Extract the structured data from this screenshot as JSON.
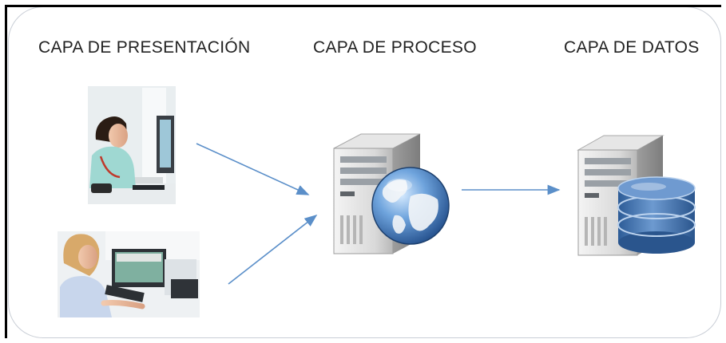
{
  "layers": {
    "presentation": {
      "label": "CAPA DE PRESENTACIÓN"
    },
    "process": {
      "label": "CAPA DE PROCESO"
    },
    "data": {
      "label": "CAPA DE DATOS"
    }
  },
  "icons": {
    "user_top": "nurse-at-computer-photo",
    "user_bottom": "girl-at-computer-photo",
    "process_server": "web-server-with-globe-icon",
    "data_server": "database-server-icon"
  },
  "colors": {
    "arrow": "#5b8fc9",
    "panel_border": "#c9ced6",
    "database": "#3f73b3"
  }
}
